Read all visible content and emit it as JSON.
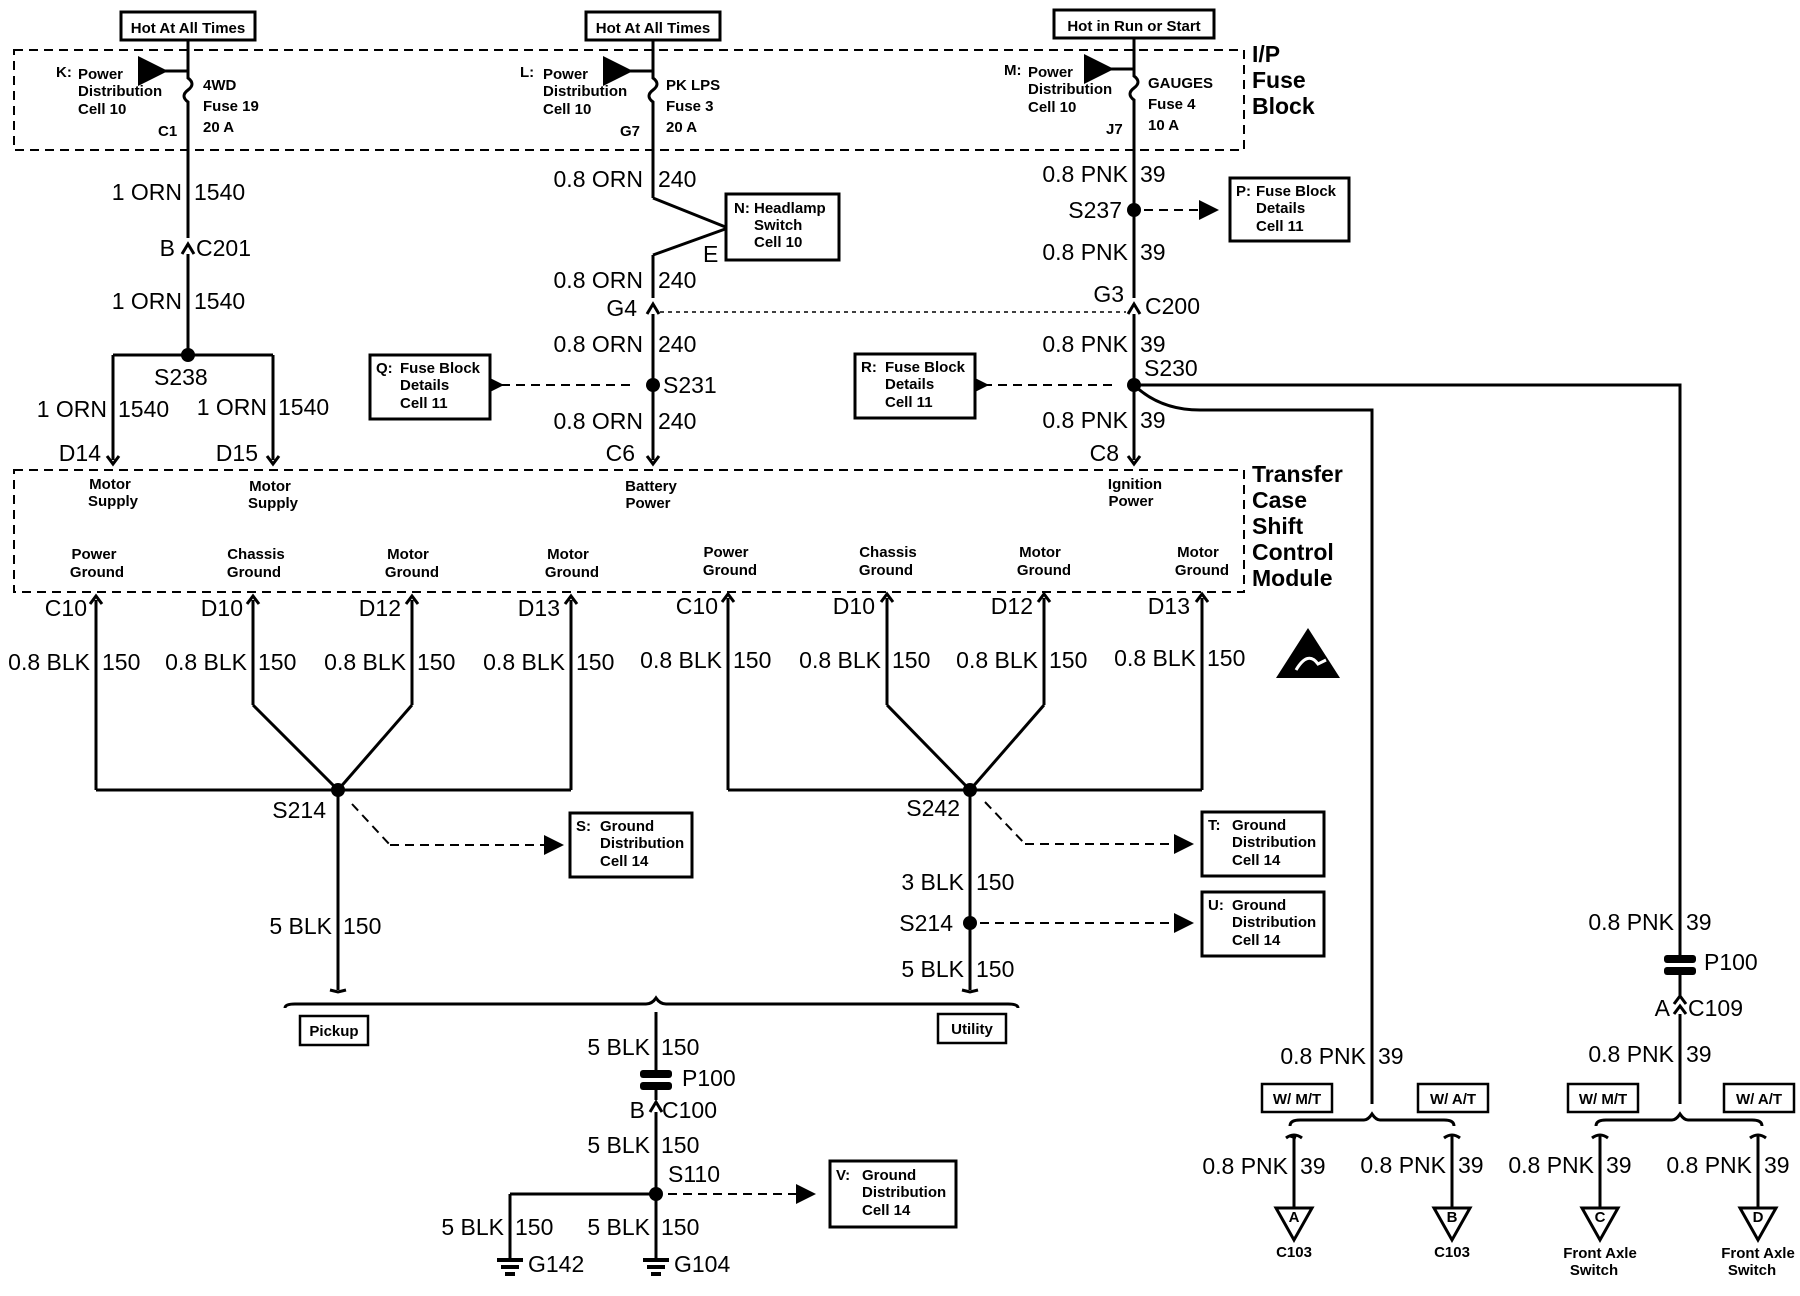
{
  "power_sources": {
    "hot_at_all_times_1": "Hot At All Times",
    "hot_at_all_times_2": "Hot At All Times",
    "hot_in_run_or_start": "Hot in Run or Start"
  },
  "fuse_block": {
    "title_line1": "I/P",
    "title_line2": "Fuse",
    "title_line3": "Block",
    "fuse19": {
      "ref": "K:",
      "dist1": "Power",
      "dist2": "Distribution",
      "dist3": "Cell 10",
      "name": "4WD",
      "fuse": "Fuse 19",
      "rating": "20 A",
      "pin": "C1"
    },
    "fuse3": {
      "ref": "L:",
      "dist1": "Power",
      "dist2": "Distribution",
      "dist3": "Cell 10",
      "name": "PK LPS",
      "fuse": "Fuse 3",
      "rating": "20 A",
      "pin": "G7"
    },
    "fuse4": {
      "ref": "M:",
      "dist1": "Power",
      "dist2": "Distribution",
      "dist3": "Cell 10",
      "name": "GAUGES",
      "fuse": "Fuse 4",
      "rating": "10 A",
      "pin": "J7"
    }
  },
  "wires": {
    "orn1540_a": "1 ORN",
    "c1540_a": "1540",
    "orn1540_b": "1 ORN",
    "c1540_b": "1540",
    "orn1540_c": "1 ORN",
    "c1540_c": "1540",
    "orn1540_d": "1 ORN",
    "c1540_d": "1540",
    "orn240_a": "0.8 ORN",
    "c240_a": "240",
    "orn240_b": "0.8 ORN",
    "c240_b": "240",
    "orn240_c": "0.8 ORN",
    "c240_c": "240",
    "orn240_d": "0.8 ORN",
    "c240_d": "240",
    "pnk39_a": "0.8 PNK",
    "c39_a": "39",
    "pnk39_b": "0.8 PNK",
    "c39_b": "39",
    "pnk39_c": "0.8 PNK",
    "c39_c": "39",
    "pnk39_d": "0.8 PNK",
    "c39_d": "39",
    "blk_1": "0.8 BLK",
    "blk_c1": "150",
    "blk_2": "0.8 BLK",
    "blk_c2": "150",
    "blk_3": "0.8 BLK",
    "blk_c3": "150",
    "blk_4": "0.8 BLK",
    "blk_c4": "150",
    "blk_5": "0.8 BLK",
    "blk_c5": "150",
    "blk_6": "0.8 BLK",
    "blk_c6": "150",
    "blk_7": "0.8 BLK",
    "blk_c7": "150",
    "blk_8": "0.8 BLK",
    "blk_c8": "150",
    "blk5_a": "5 BLK",
    "blk5_ca": "150",
    "blk3_u": "3 BLK",
    "blk3_cu": "150",
    "blk5_u": "5 BLK",
    "blk5_cu": "150",
    "blk5_b": "5 BLK",
    "blk5_cb": "150",
    "blk5_c": "5 BLK",
    "blk5_cc": "150",
    "blk5_d": "5 BLK",
    "blk5_cd": "150",
    "blk5_e": "5 BLK",
    "blk5_ce": "150",
    "pnk_p100": "0.8 PNK",
    "c_p100": "39",
    "pnk_c109": "0.8 PNK",
    "c_c109": "39",
    "pnk_mt": "0.8 PNK",
    "c_mt": "39",
    "pnk_o1": "0.8 PNK",
    "c_o1": "39",
    "pnk_o2": "0.8 PNK",
    "c_o2": "39",
    "pnk_o3": "0.8 PNK",
    "c_o3": "39",
    "pnk_o4": "0.8 PNK",
    "c_o4": "39"
  },
  "connectors": {
    "c201_b": "B",
    "c201": "C201",
    "g4": "G4",
    "g3": "G3",
    "c200": "C200",
    "c6": "C6",
    "c8": "C8",
    "d14": "D14",
    "d15": "D15",
    "e": "E",
    "p100_a": "P100",
    "c100_b": "B",
    "c100": "C100",
    "p100_b": "P100",
    "c109_a": "A",
    "c109": "C109"
  },
  "splices": {
    "s238": "S238",
    "s231": "S231",
    "s237": "S237",
    "s230": "S230",
    "s214_a": "S214",
    "s242": "S242",
    "s214_b": "S214",
    "s110": "S110"
  },
  "refboxes": {
    "n": {
      "ref": "N:",
      "l1": "Headlamp",
      "l2": "Switch",
      "l3": "Cell 10"
    },
    "p": {
      "ref": "P:",
      "l1": "Fuse Block",
      "l2": "Details",
      "l3": "Cell 11"
    },
    "q": {
      "ref": "Q:",
      "l1": "Fuse Block",
      "l2": "Details",
      "l3": "Cell 11"
    },
    "r": {
      "ref": "R:",
      "l1": "Fuse Block",
      "l2": "Details",
      "l3": "Cell 11"
    },
    "s": {
      "ref": "S:",
      "l1": "Ground",
      "l2": "Distribution",
      "l3": "Cell 14"
    },
    "t": {
      "ref": "T:",
      "l1": "Ground",
      "l2": "Distribution",
      "l3": "Cell 14"
    },
    "u": {
      "ref": "U:",
      "l1": "Ground",
      "l2": "Distribution",
      "l3": "Cell 14"
    },
    "v": {
      "ref": "V:",
      "l1": "Ground",
      "l2": "Distribution",
      "l3": "Cell 14"
    }
  },
  "module": {
    "title1": "Transfer",
    "title2": "Case",
    "title3": "Shift",
    "title4": "Control",
    "title5": "Module",
    "motor_supply_1a": "Motor",
    "motor_supply_1b": "Supply",
    "motor_supply_2a": "Motor",
    "motor_supply_2b": "Supply",
    "battery_a": "Battery",
    "battery_b": "Power",
    "ignition_a": "Ignition",
    "ignition_b": "Power",
    "grounds": [
      {
        "a": "Power",
        "b": "Ground",
        "pin": "C10"
      },
      {
        "a": "Chassis",
        "b": "Ground",
        "pin": "D10"
      },
      {
        "a": "Motor",
        "b": "Ground",
        "pin": "D12"
      },
      {
        "a": "Motor",
        "b": "Ground",
        "pin": "D13"
      },
      {
        "a": "Power",
        "b": "Ground",
        "pin": "C10"
      },
      {
        "a": "Chassis",
        "b": "Ground",
        "pin": "D10"
      },
      {
        "a": "Motor",
        "b": "Ground",
        "pin": "D12"
      },
      {
        "a": "Motor",
        "b": "Ground",
        "pin": "D13"
      }
    ]
  },
  "options": {
    "pickup": "Pickup",
    "utility": "Utility",
    "wmt_1": "W/ M/T",
    "wat_1": "W/ A/T",
    "wmt_2": "W/ M/T",
    "wat_2": "W/ A/T"
  },
  "grounds": {
    "g142": "G142",
    "g104": "G104"
  },
  "outputs": {
    "a": {
      "letter": "A",
      "l1": "C103",
      "l2": ""
    },
    "b": {
      "letter": "B",
      "l1": "C103",
      "l2": ""
    },
    "c": {
      "letter": "C",
      "l1": "Front Axle",
      "l2": "Switch"
    },
    "d": {
      "letter": "D",
      "l1": "Front Axle",
      "l2": "Switch"
    }
  }
}
